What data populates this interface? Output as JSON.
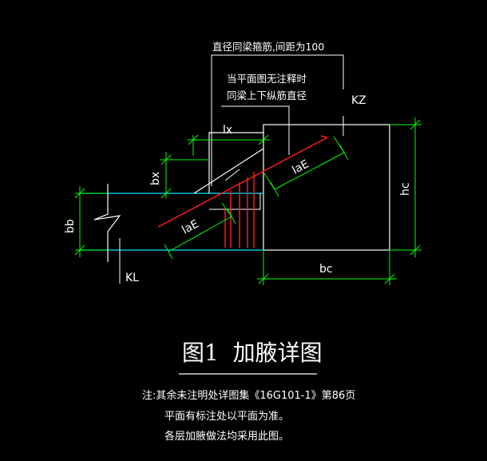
{
  "callouts": {
    "bar_spacing": "直径同梁箍筋,间距为100",
    "note_line1": "当平面图无注释时",
    "note_line2": "同梁上下纵筋直径",
    "column": "KZ",
    "beam": "KL"
  },
  "dimensions": {
    "lx": "lx",
    "bx": "bx",
    "laE_left": "laE",
    "laE_right": "laE",
    "hc": "hc",
    "bb": "bb",
    "bc": "bc"
  },
  "title": "图1  加腋详图",
  "notes": [
    "注:其余未注明处详图集《16G101-1》第86页",
    "平面有标注处以平面为准。",
    "各层加腋做法均采用此图。"
  ],
  "colors": {
    "background": "#000000",
    "outline": "#ffffff",
    "dimension": "#00ff00",
    "rebar": "#ff1a1a",
    "beam_edge": "#00e5ff"
  }
}
